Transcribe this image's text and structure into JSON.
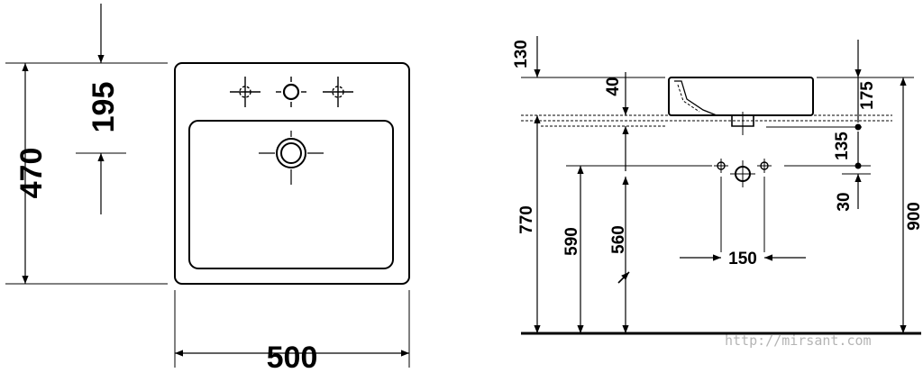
{
  "plan_view": {
    "width_label": "500",
    "height_label": "470",
    "tap_offset_label": "195"
  },
  "side_view": {
    "dims": {
      "top_to_rim": "130",
      "rim_thickness": "40",
      "basin_height": "175",
      "tap_spacing": "135",
      "tap_drop": "30",
      "total_height": "900",
      "rim_height": "770",
      "waste_height": "590",
      "siphon_height": "560",
      "hole_spacing": "150"
    }
  },
  "watermark": "http://mirsant.com"
}
